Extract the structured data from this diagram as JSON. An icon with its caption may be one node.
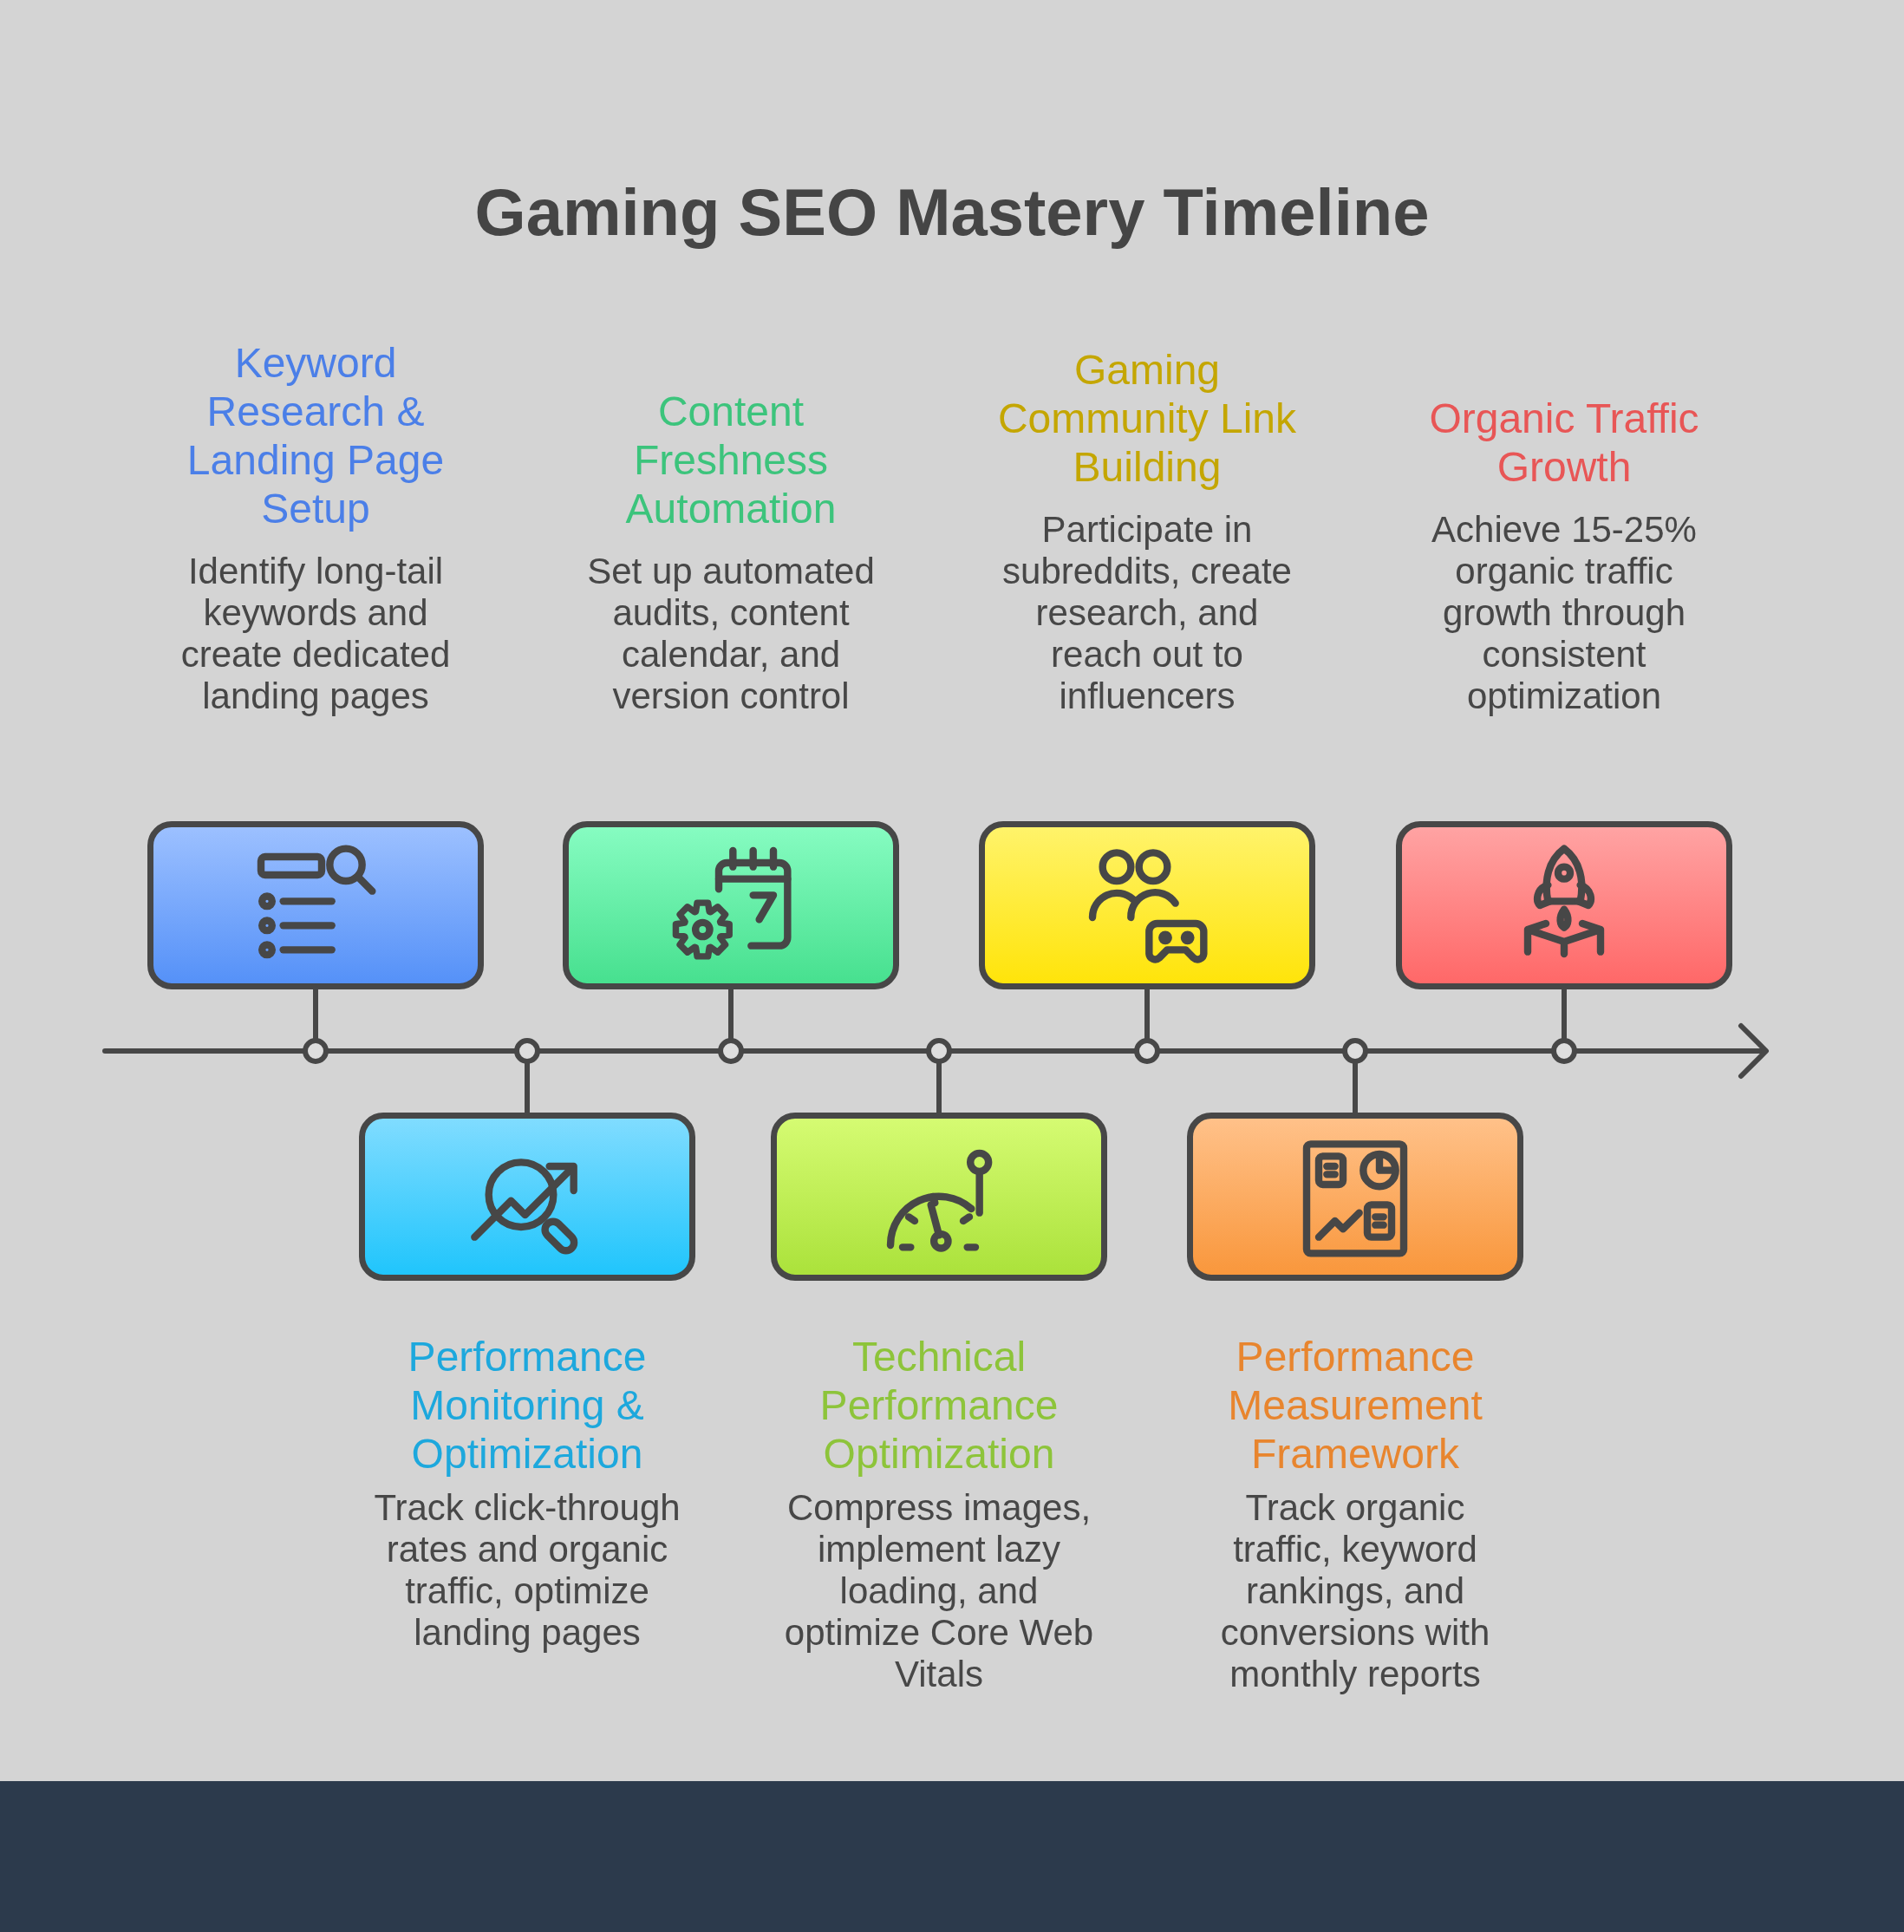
{
  "diagram": {
    "title": "Gaming SEO Mastery Timeline",
    "nodes": [
      {
        "text": [
          "Keyword Research & Landing Page Setup",
          "Identify long-tail keywords and create dedicated landing pages"
        ]
      },
      {
        "text": [
          "Performance Monitoring & Optimization",
          "Track click-through rates and organic traffic, optimize landing pages"
        ]
      },
      {
        "text": [
          "Content Freshness Automation",
          "Set up automated audits, content calendar, and version control"
        ]
      },
      {
        "text": [
          "Technical Performance Optimization",
          "Compress images, implement lazy loading, and optimize Core Web Vitals"
        ]
      },
      {
        "text": [
          "Gaming Community Link Building",
          "Participate in subreddits, create research, and reach out to influencers"
        ]
      },
      {
        "text": [
          "Performance Measurement Framework",
          "Track organic traffic, keyword rankings, and conversions with monthly reports"
        ]
      },
      {
        "text": [
          "Organic Traffic Growth",
          "Achieve 15-25% organic traffic growth through consistent optimization"
        ]
      },
      {
        "text": [],
        "shape": "bar"
      }
    ],
    "edges": [
      {
        "from": 0,
        "to": 7,
        "arrow": "none"
      },
      {
        "from": 1,
        "to": 7,
        "arrow": "none"
      },
      {
        "from": 2,
        "to": 7,
        "arrow": "none"
      },
      {
        "from": 3,
        "to": 7,
        "arrow": "none"
      },
      {
        "from": 4,
        "to": 7,
        "arrow": "none"
      },
      {
        "from": 5,
        "to": 7,
        "arrow": "none"
      },
      {
        "from": 6,
        "to": 7,
        "arrow": "none"
      }
    ]
  }
}
